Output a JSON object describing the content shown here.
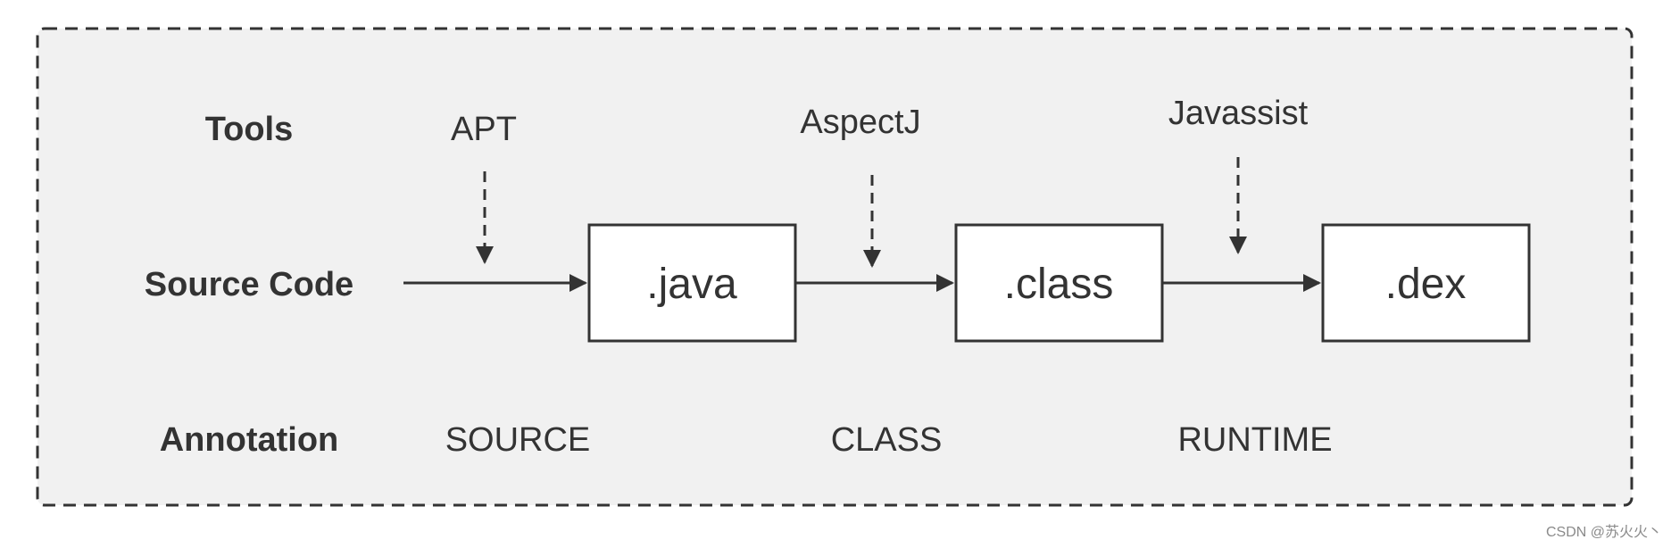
{
  "rows": {
    "tools": "Tools",
    "source_code": "Source Code",
    "annotation": "Annotation"
  },
  "tools": [
    "APT",
    "AspectJ",
    "Javassist"
  ],
  "boxes": [
    ".java",
    ".class",
    ".dex"
  ],
  "annotations": [
    "SOURCE",
    "CLASS",
    "RUNTIME"
  ],
  "watermark": "CSDN @苏火火丶",
  "colors": {
    "panel_fill": "#f1f1f1",
    "stroke": "#333333",
    "box_fill": "#ffffff"
  }
}
